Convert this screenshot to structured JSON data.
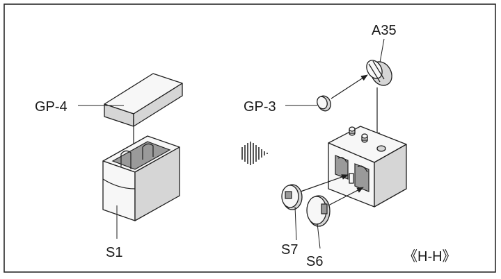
{
  "labels": {
    "gp4": "GP-4",
    "s1": "S1",
    "gp3": "GP-3",
    "a35": "A35",
    "s7": "S7",
    "s6": "S6",
    "view": "《H-H》"
  },
  "colors": {
    "line": "#1e1e1e",
    "background": "#ffffff",
    "shade": "#d6d6d6"
  }
}
